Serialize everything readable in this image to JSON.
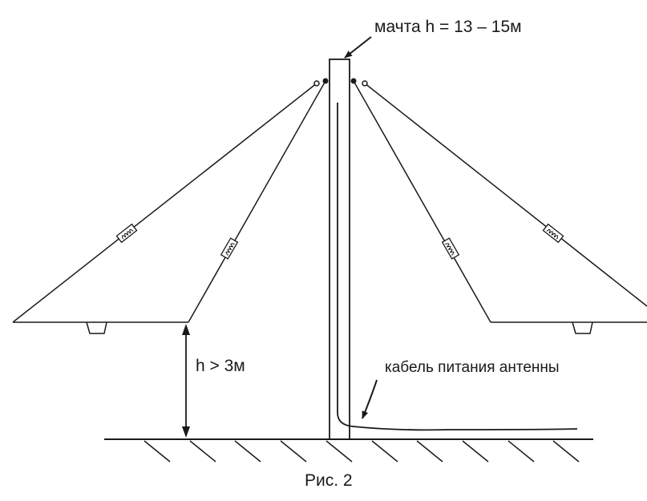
{
  "labels": {
    "mast": "мачта h = 13 – 15м",
    "height": "h > 3м",
    "cable": "кабель питания антенны",
    "caption": "Рис. 2"
  },
  "colors": {
    "line": "#1a1a1a",
    "background": "#ffffff"
  }
}
